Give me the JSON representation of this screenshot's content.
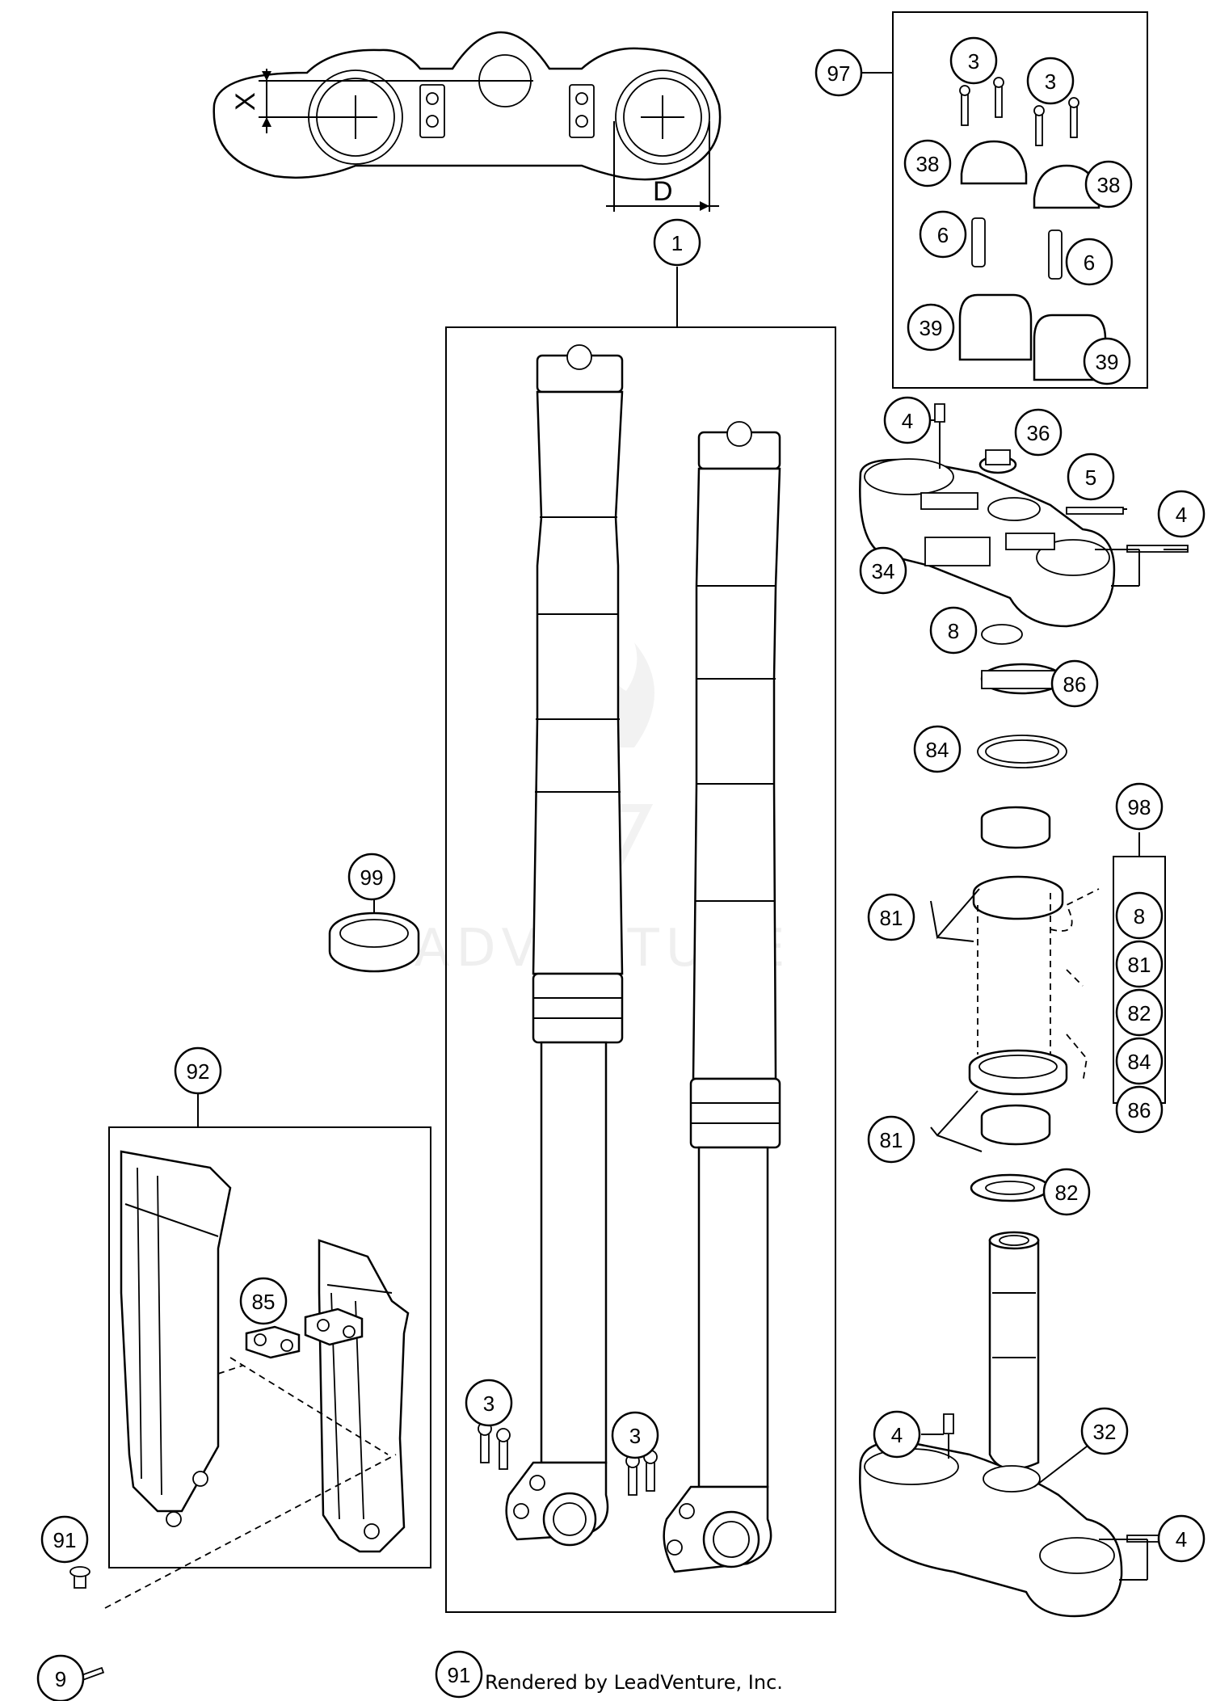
{
  "dimension_labels": {
    "x": "X",
    "d": "D"
  },
  "callouts": [
    {
      "label": "97"
    },
    {
      "label": "3"
    },
    {
      "label": "3"
    },
    {
      "label": "38"
    },
    {
      "label": "38"
    },
    {
      "label": "6"
    },
    {
      "label": "6"
    },
    {
      "label": "39"
    },
    {
      "label": "39"
    },
    {
      "label": "1"
    },
    {
      "label": "4"
    },
    {
      "label": "36"
    },
    {
      "label": "5"
    },
    {
      "label": "4"
    },
    {
      "label": "34"
    },
    {
      "label": "8"
    },
    {
      "label": "86"
    },
    {
      "label": "84"
    },
    {
      "label": "98"
    },
    {
      "label": "81"
    },
    {
      "label": "8"
    },
    {
      "label": "81"
    },
    {
      "label": "82"
    },
    {
      "label": "84"
    },
    {
      "label": "86"
    },
    {
      "label": "81"
    },
    {
      "label": "82"
    },
    {
      "label": "99"
    },
    {
      "label": "92"
    },
    {
      "label": "85"
    },
    {
      "label": "3"
    },
    {
      "label": "3"
    },
    {
      "label": "4"
    },
    {
      "label": "32"
    },
    {
      "label": "4"
    },
    {
      "label": "91"
    },
    {
      "label": "9"
    },
    {
      "label": "91"
    }
  ],
  "watermark": "LEADVENTURE",
  "credit": "Rendered by LeadVenture, Inc."
}
